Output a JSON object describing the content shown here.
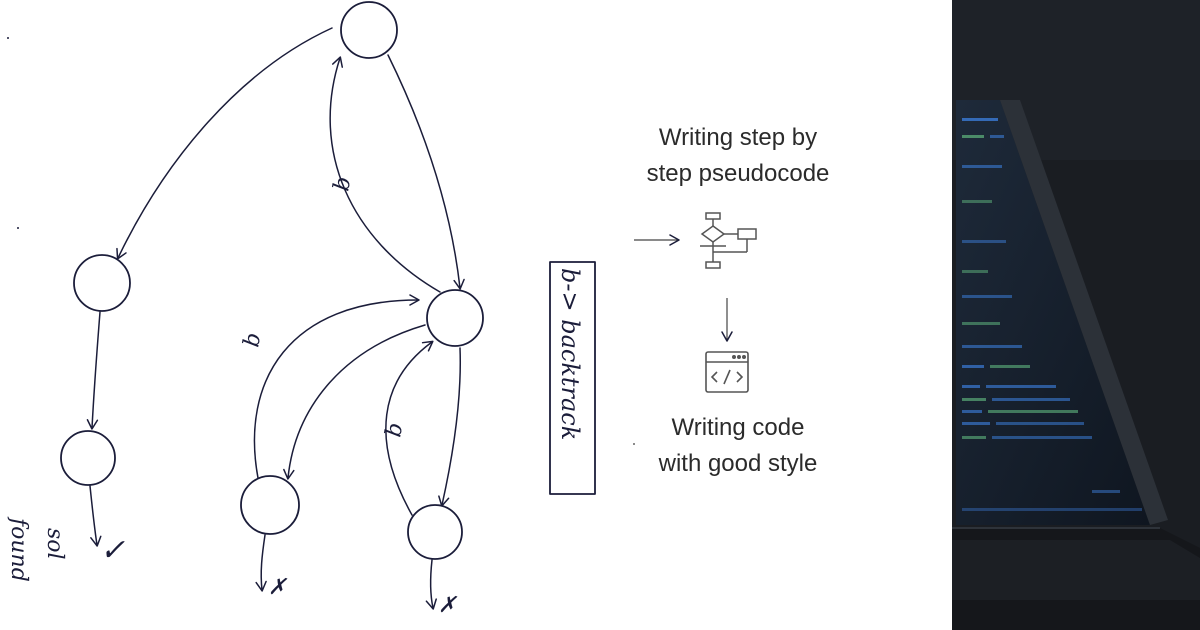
{
  "diagram": {
    "edge_label": "b",
    "backtrack_note": "b-> backtrack",
    "solution_marks": [
      "✓",
      "sol",
      "found"
    ],
    "fail_mark": "✗"
  },
  "workflow": {
    "step1": {
      "line1": "Writing step by",
      "line2": "step pseudocode"
    },
    "step2": {
      "line1": "Writing code",
      "line2": "with good style"
    },
    "flowchart_icon": "flowchart-icon",
    "code_icon": "code-window-icon"
  },
  "photo": {
    "subject": "laptop-screen-with-code",
    "colors": {
      "dark": "#1a1d22",
      "code_blue": "#3b7bd6",
      "code_green": "#5fb57e"
    }
  }
}
